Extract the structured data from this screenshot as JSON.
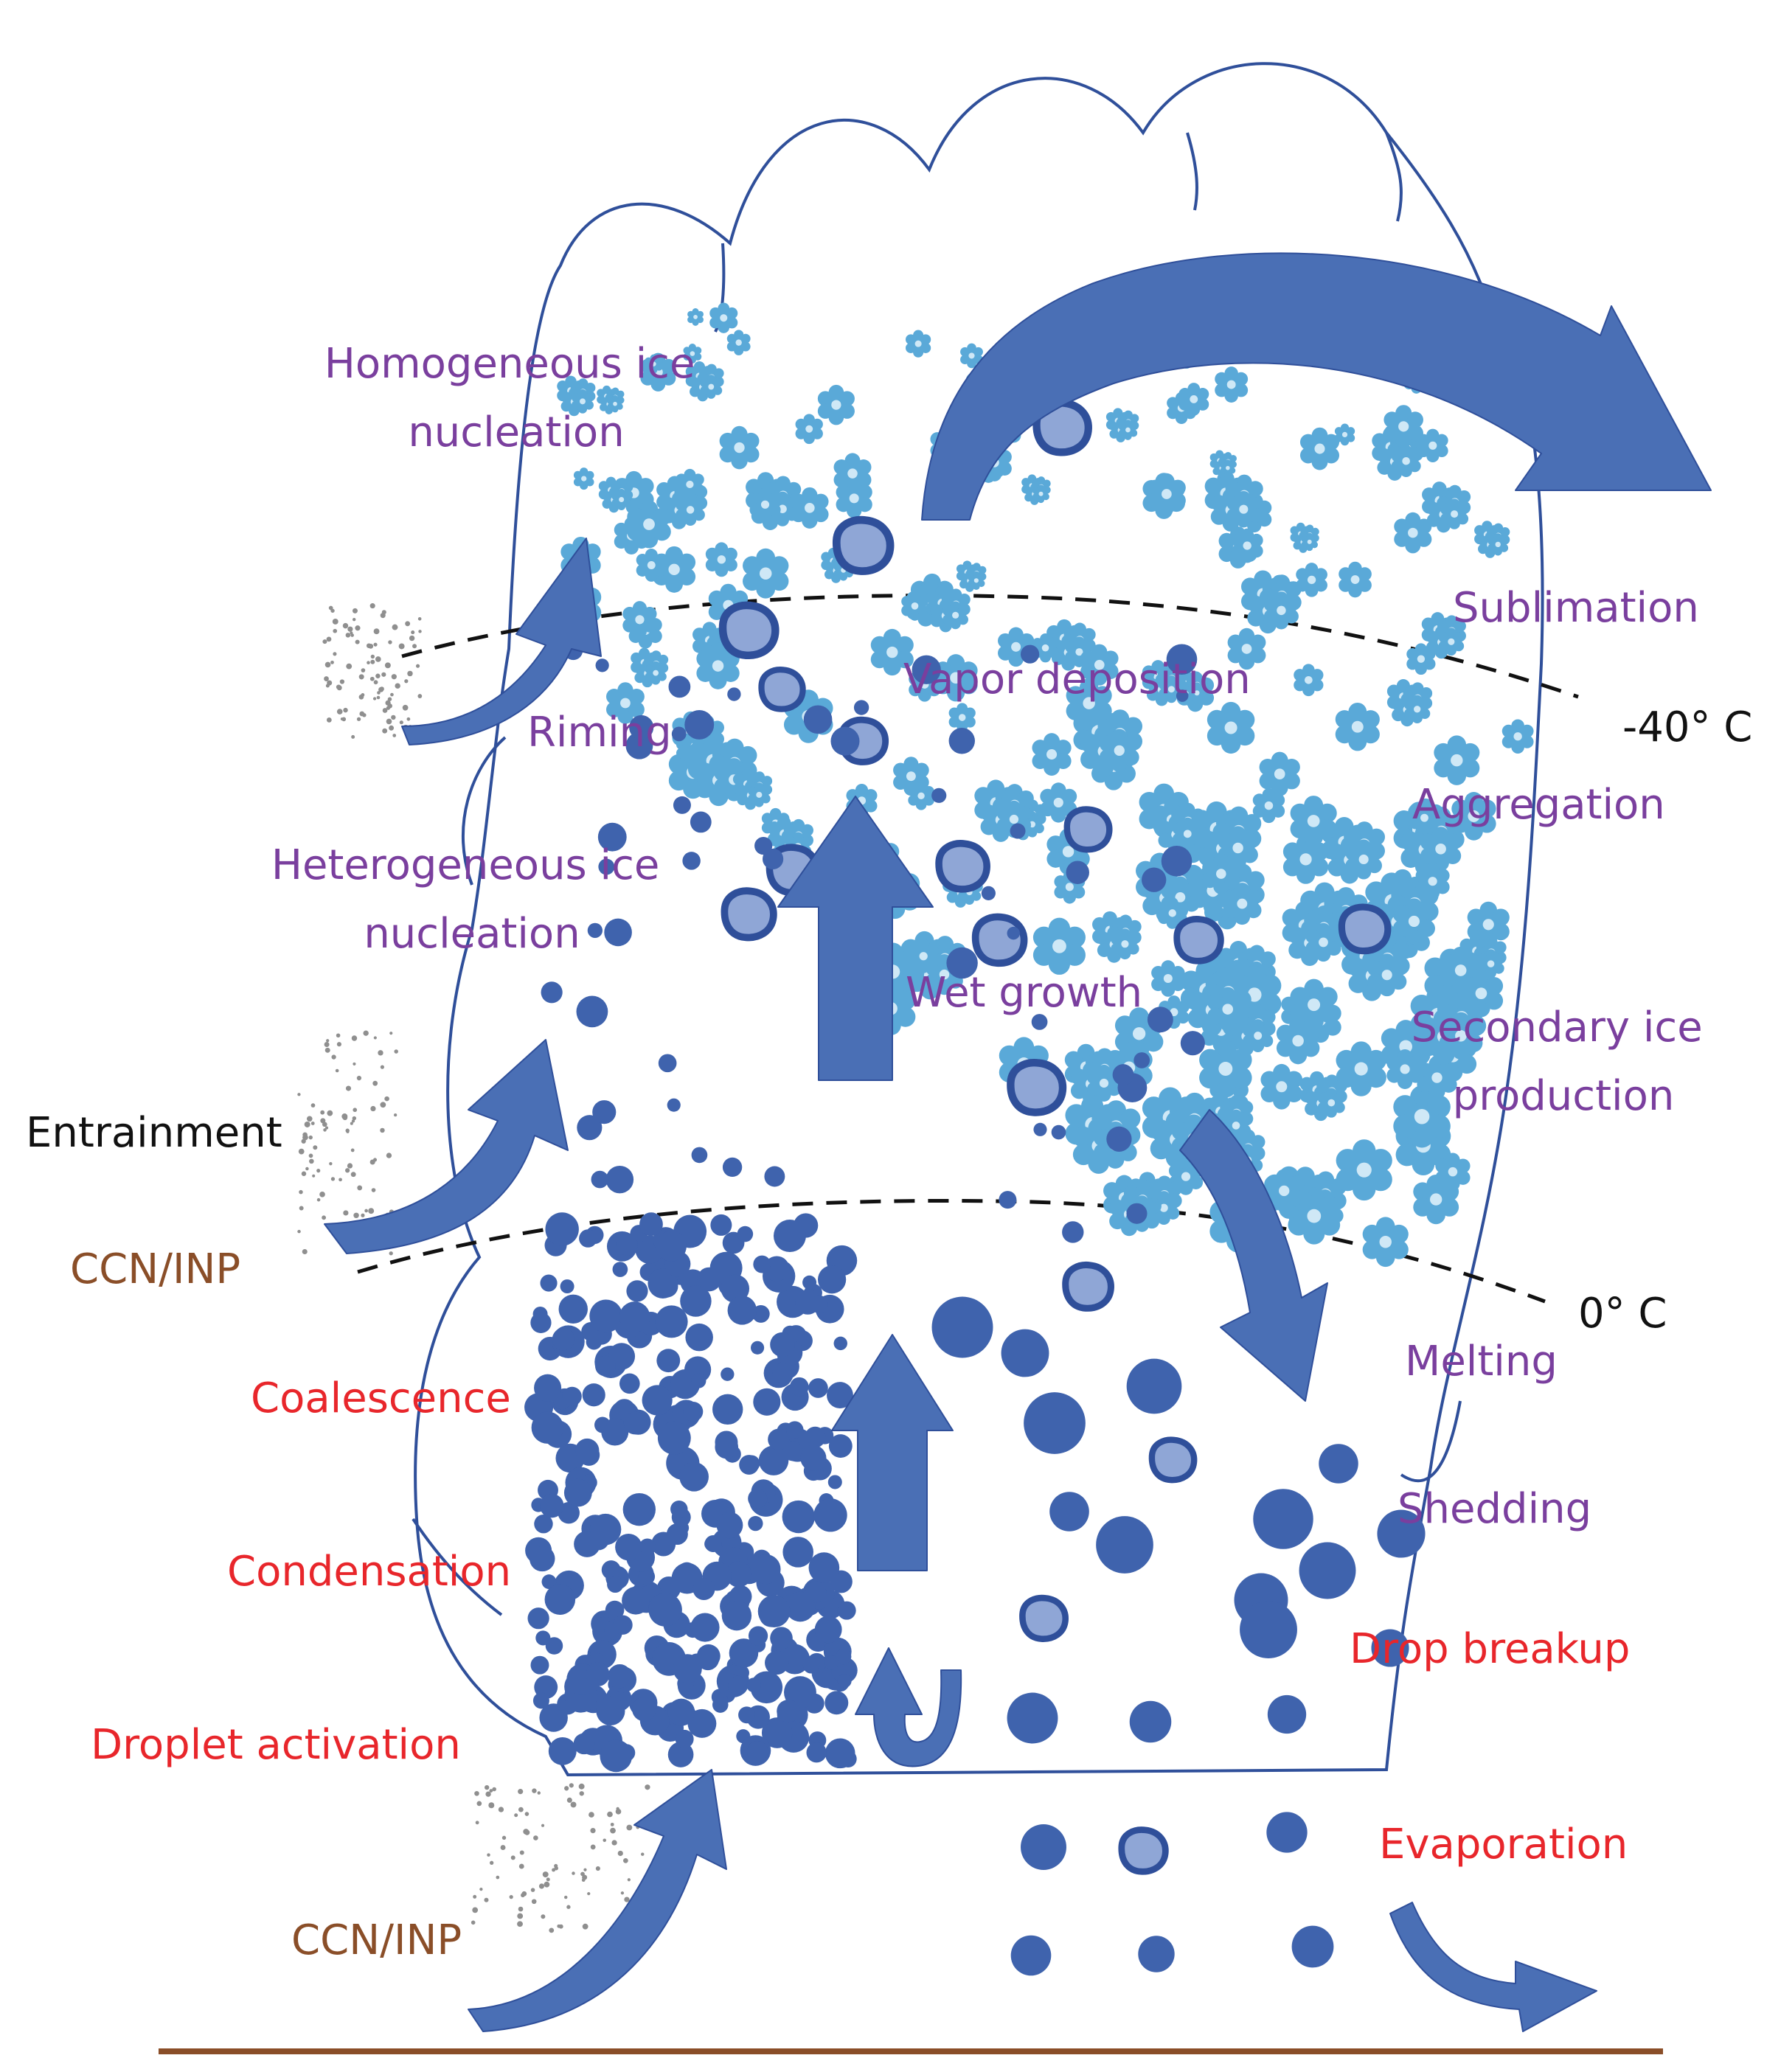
{
  "labels": {
    "homogeneous_ice_nucleation": "Homogeneous ice\nnucleation",
    "heterogeneous_ice_nucleation": "Heterogeneous ice\nnucleation",
    "riming": "Riming",
    "vapor_deposition": "Vapor deposition",
    "sublimation": "Sublimation",
    "aggregation": "Aggregation",
    "wet_growth": "Wet growth",
    "secondary_ice_production": "Secondary ice\nproduction",
    "melting": "Melting",
    "shedding": "Shedding",
    "drop_breakup": "Drop breakup",
    "evaporation": "Evaporation",
    "coalescence": "Coalescence",
    "condensation": "Condensation",
    "droplet_activation": "Droplet activation",
    "entrainment": "Entrainment",
    "ccn_inp_side": "CCN/INP",
    "ccn_inp_bottom": "CCN/INP",
    "isotherm_minus40": "-40° C",
    "isotherm_zero": "0° C"
  },
  "colors": {
    "process_ice": "#7a3f9e",
    "process_liquid": "#e8262b",
    "aerosol": "#8a4e28",
    "outline": "#2f4f9a",
    "arrow": "#4a6fb5",
    "droplet": "#3f63ad",
    "ice_crystal": "#5aa9d8",
    "graupel": "#8fa6d6",
    "ground": "#8a4e28"
  }
}
